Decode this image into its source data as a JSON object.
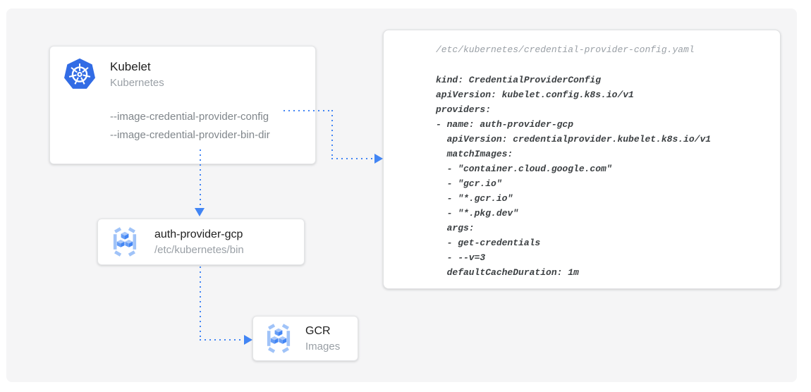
{
  "nodes": {
    "kubelet": {
      "title": "Kubelet",
      "subtitle": "Kubernetes",
      "icon": "kubernetes-icon",
      "flags": [
        "--image-credential-provider-config",
        "--image-credential-provider-bin-dir"
      ]
    },
    "auth_provider_gcp": {
      "title": "auth-provider-gcp",
      "subtitle": "/etc/kubernetes/bin",
      "icon": "gcr-icon"
    },
    "gcr": {
      "title": "GCR",
      "subtitle": "Images",
      "icon": "gcr-icon"
    }
  },
  "code_panel": {
    "filename": "/etc/kubernetes/credential-provider-config.yaml",
    "lines": [
      "kind: CredentialProviderConfig",
      "apiVersion: kubelet.config.k8s.io/v1",
      "providers:",
      "- name: auth-provider-gcp",
      "  apiVersion: credentialprovider.kubelet.k8s.io/v1",
      "  matchImages:",
      "  - \"container.cloud.google.com\"",
      "  - \"gcr.io\"",
      "  - \"*.gcr.io\"",
      "  - \"*.pkg.dev\"",
      "  args:",
      "  - get-credentials",
      "  - --v=3",
      "  defaultCacheDuration: 1m"
    ]
  },
  "colors": {
    "arrow_blue": "#4285F4",
    "kubernetes_blue": "#326CE5",
    "card_title": "#212121",
    "muted_gray": "#9AA0A6",
    "flag_gray": "#80868B",
    "code_text": "#3C4043",
    "canvas_bg": "#F5F5F6"
  }
}
